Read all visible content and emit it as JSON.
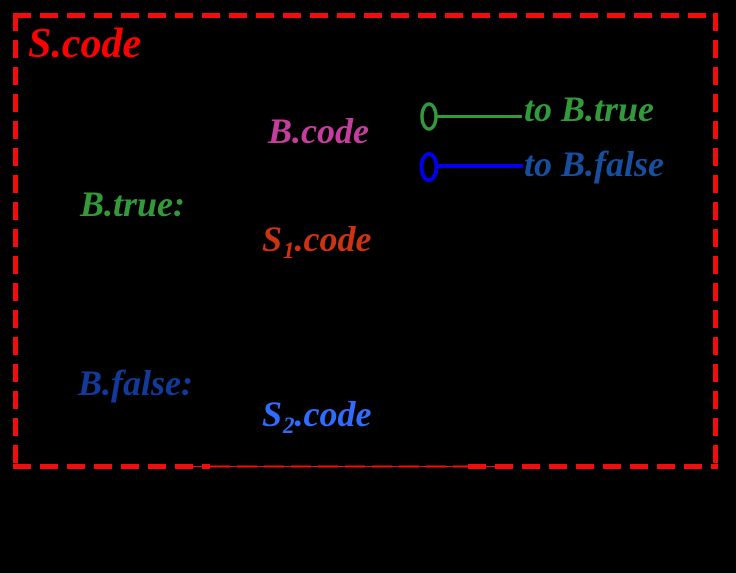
{
  "colors": {
    "background": "#000000",
    "border_red": "#F40B0B",
    "s_code_red": "#FF0000",
    "b_code_magenta": "#C53E9E",
    "green": "#339A3C",
    "s1_orange_red": "#CC3311",
    "b_false_navy": "#123A9B",
    "legend_false_text_blue": "#174F9E",
    "marker_blue": "#0000EE",
    "s2_bright_blue": "#2F6CFF"
  },
  "title": {
    "text": "S.code"
  },
  "blocks": {
    "b_code": "B.code",
    "b_true_label": "B.true:",
    "s1": {
      "base": "S",
      "sub": "1",
      "rest": ".code"
    },
    "b_false_label": "B.false:",
    "s2": {
      "base": "S",
      "sub": "2",
      "rest": ".code"
    }
  },
  "legend": {
    "true_entry": {
      "label": "to B.true",
      "marker": "ellipse-with-line"
    },
    "false_entry": {
      "label": "to B.false",
      "marker": "ellipse-with-line"
    }
  }
}
